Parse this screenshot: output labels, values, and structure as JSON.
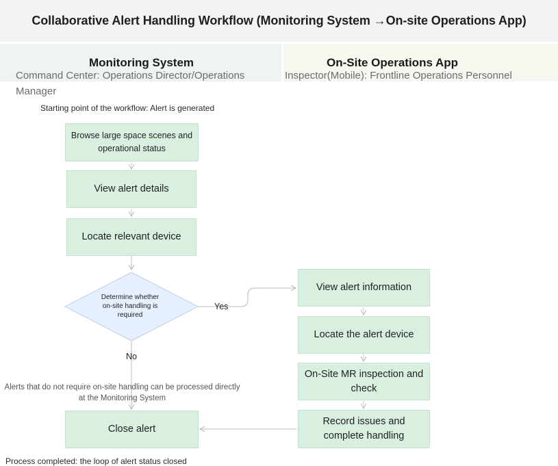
{
  "title": "Collaborative Alert Handling Workflow (Monitoring System →On-site Operations App)",
  "lanes": {
    "left": {
      "title": "Monitoring System",
      "subtitle": "Command Center: Operations Director/Operations Manager"
    },
    "right": {
      "title": "On-Site Operations App",
      "subtitle": "Inspector(Mobile): Frontline Operations Personnel"
    }
  },
  "notes": {
    "start": "Starting point of the workflow: Alert is generated",
    "no_onsite": "Alerts that do not require on-site handling can be processed directly at the Monitoring System",
    "end": "Process completed: the loop of alert status closed"
  },
  "steps": {
    "browse": "Browse large space scenes and operational status",
    "view_details": "View alert details",
    "locate_device": "Locate relevant device",
    "decision": "Determine whether on-site handling is required",
    "view_info": "View alert information",
    "locate_alert": "Locate the alert device",
    "mr_inspection": "On-Site MR inspection and check",
    "record": "Record issues and complete handling",
    "close": "Close alert"
  },
  "branches": {
    "yes": "Yes",
    "no": "No"
  },
  "colors": {
    "step_fill": "#d9f0e1",
    "decision_fill": "#e6f0ff",
    "arrow": "#b8b8b8"
  }
}
